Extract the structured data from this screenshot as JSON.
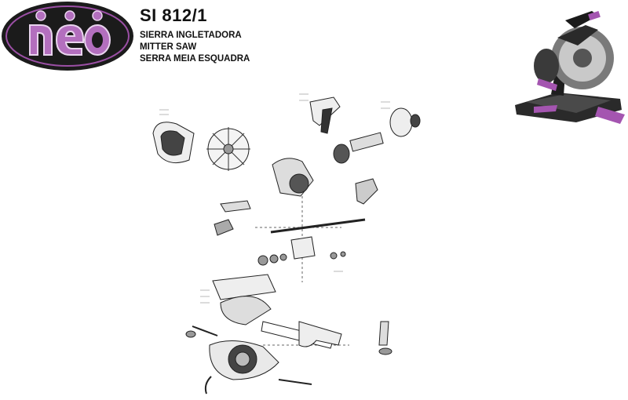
{
  "brand": {
    "logo_text": "neo",
    "accent": "#9b4fa5",
    "outline": "#1b1b1b"
  },
  "header": {
    "model": "SI 812/1",
    "names": [
      "SIERRA INGLETADORA",
      "MITTER SAW",
      "SERRA MEIA ESQUADRA"
    ]
  },
  "images": {
    "product_photo": "miter-saw-photo",
    "diagram": "exploded-parts-diagram"
  }
}
